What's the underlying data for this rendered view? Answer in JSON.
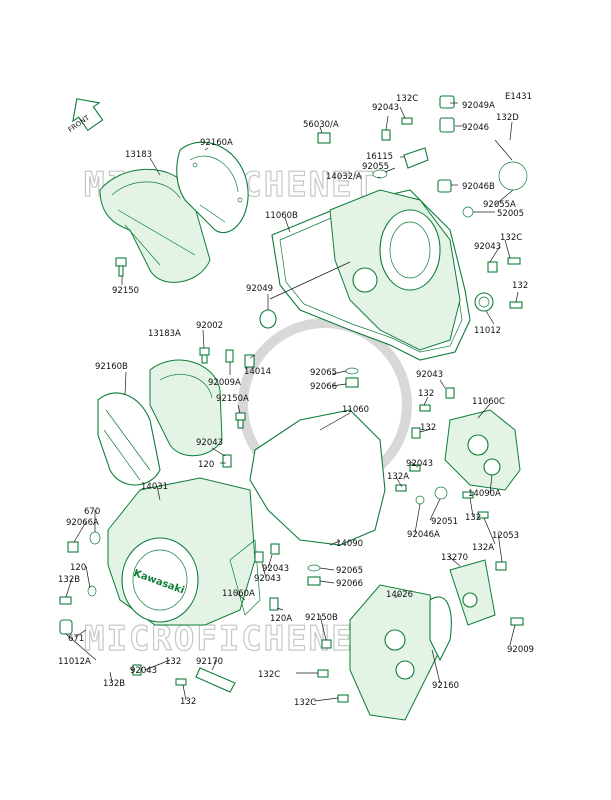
{
  "diagram_code": "E1431",
  "front_label": "FRONT",
  "watermark_text": "MICROFICHENET",
  "brand_mark": "Kawasaki",
  "colors": {
    "line_art": "#0e7d38",
    "text": "#111111",
    "watermark": "#c7c7c7",
    "background": "#ffffff"
  },
  "labels": [
    {
      "text": "E1431"
    },
    {
      "text": "92049A"
    },
    {
      "text": "132C"
    },
    {
      "text": "92043"
    },
    {
      "text": "92046"
    },
    {
      "text": "132D"
    },
    {
      "text": "56030/A"
    },
    {
      "text": "16115"
    },
    {
      "text": "92055"
    },
    {
      "text": "14032/A"
    },
    {
      "text": "92046B"
    },
    {
      "text": "92055A"
    },
    {
      "text": "52005"
    },
    {
      "text": "13183"
    },
    {
      "text": "92160A"
    },
    {
      "text": "11060B"
    },
    {
      "text": "132C"
    },
    {
      "text": "92043"
    },
    {
      "text": "92150"
    },
    {
      "text": "92049"
    },
    {
      "text": "132"
    },
    {
      "text": "11012"
    },
    {
      "text": "13183A"
    },
    {
      "text": "92002"
    },
    {
      "text": "92160B"
    },
    {
      "text": "14014"
    },
    {
      "text": "92009A"
    },
    {
      "text": "92065"
    },
    {
      "text": "92066"
    },
    {
      "text": "92150A"
    },
    {
      "text": "92043"
    },
    {
      "text": "132"
    },
    {
      "text": "11060"
    },
    {
      "text": "11060C"
    },
    {
      "text": "132"
    },
    {
      "text": "92043"
    },
    {
      "text": "120"
    },
    {
      "text": "92043"
    },
    {
      "text": "132A"
    },
    {
      "text": "14031"
    },
    {
      "text": "14090A"
    },
    {
      "text": "670"
    },
    {
      "text": "92066A"
    },
    {
      "text": "92051"
    },
    {
      "text": "132"
    },
    {
      "text": "92046A"
    },
    {
      "text": "132A"
    },
    {
      "text": "12053"
    },
    {
      "text": "14090"
    },
    {
      "text": "92043"
    },
    {
      "text": "120"
    },
    {
      "text": "92043"
    },
    {
      "text": "13270"
    },
    {
      "text": "132B"
    },
    {
      "text": "92065"
    },
    {
      "text": "92066"
    },
    {
      "text": "11060A"
    },
    {
      "text": "14026"
    },
    {
      "text": "120A"
    },
    {
      "text": "92150B"
    },
    {
      "text": "671"
    },
    {
      "text": "92009"
    },
    {
      "text": "11012A"
    },
    {
      "text": "92043"
    },
    {
      "text": "132"
    },
    {
      "text": "92170"
    },
    {
      "text": "132B"
    },
    {
      "text": "132C"
    },
    {
      "text": "92160"
    },
    {
      "text": "132"
    },
    {
      "text": "132C"
    }
  ]
}
